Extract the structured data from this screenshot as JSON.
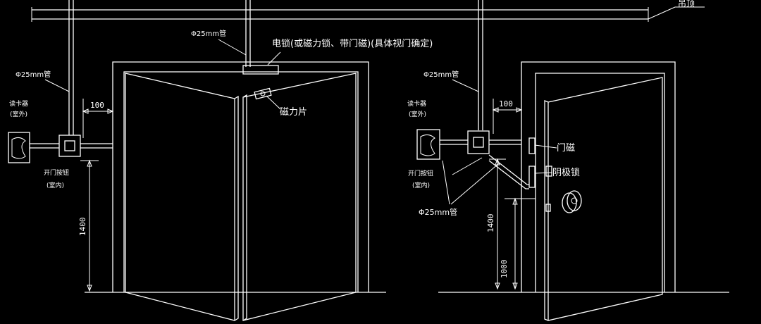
{
  "labels": {
    "ceiling": "吊顶",
    "pipe": "Φ25mm管",
    "lock": "电锁(或磁力锁、带门磁)(具体视门确定)",
    "magnet_plate": "磁力片",
    "reader": "读卡器",
    "outdoor": "(室外)",
    "exit_button": "开门按钮",
    "indoor": "(室内)",
    "door_magnet": "门磁",
    "bolt_lock": "阴极锁"
  },
  "dimensions": {
    "offset": "100",
    "height_reader": "1400",
    "height_lock": "1000"
  },
  "colors": {
    "background": "#000000",
    "line": "#ffffff"
  }
}
